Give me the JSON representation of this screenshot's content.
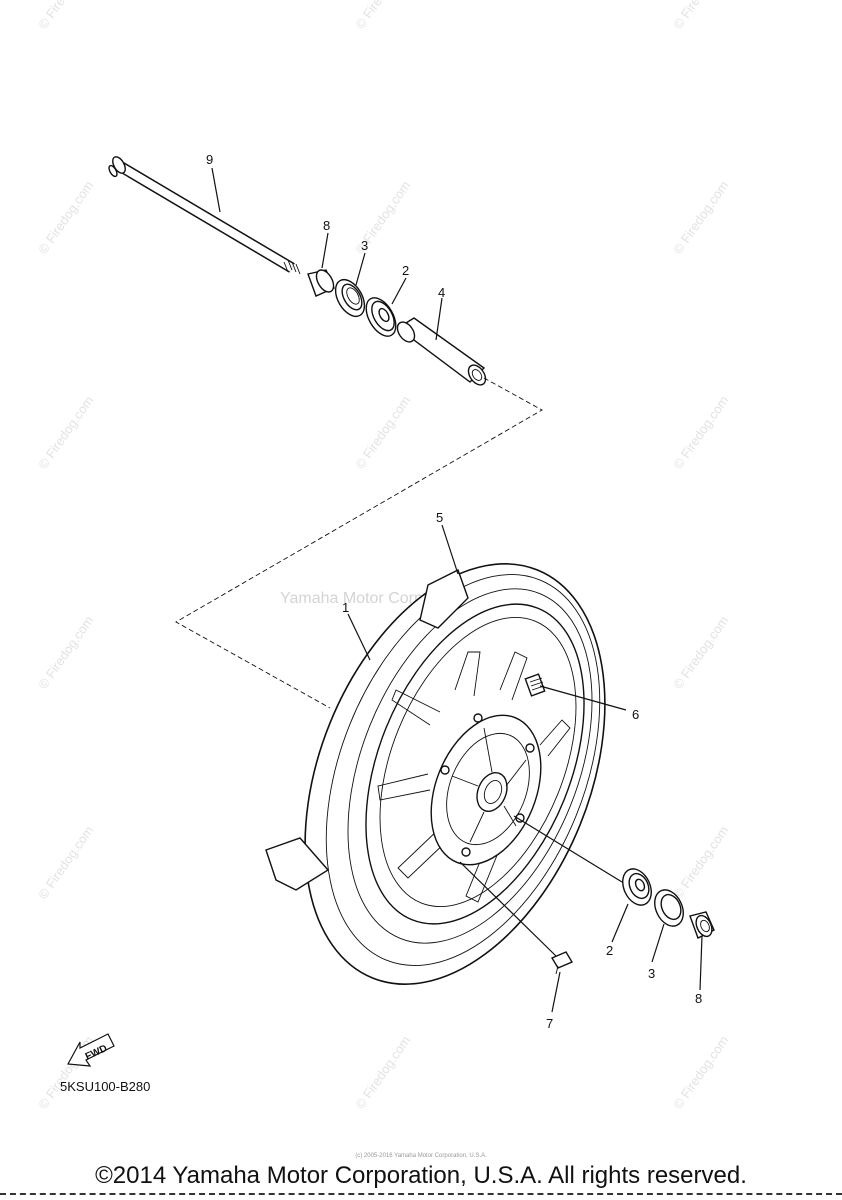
{
  "watermark": {
    "text": "© Firedog.com",
    "center_text": "Yamaha Motor Corp., U.S.A."
  },
  "callouts": {
    "axle": "9",
    "collar_top": "8",
    "seal_top": "3",
    "bearing_top": "2",
    "spacer": "4",
    "balance_weight": "5",
    "wheel": "1",
    "valve_stem_top": "6",
    "bearing_bottom": "2",
    "seal_bottom": "3",
    "collar_bottom": "8",
    "valve_stem_bottom": "7"
  },
  "fwd_label": "FWD",
  "diagram_code": "5KSU100-B280",
  "tiny_notice": "(c) 2005-2016 Yamaha Motor Corporation, U.S.A.",
  "copyright": "©2014 Yamaha Motor Corporation, U.S.A. All rights reserved."
}
